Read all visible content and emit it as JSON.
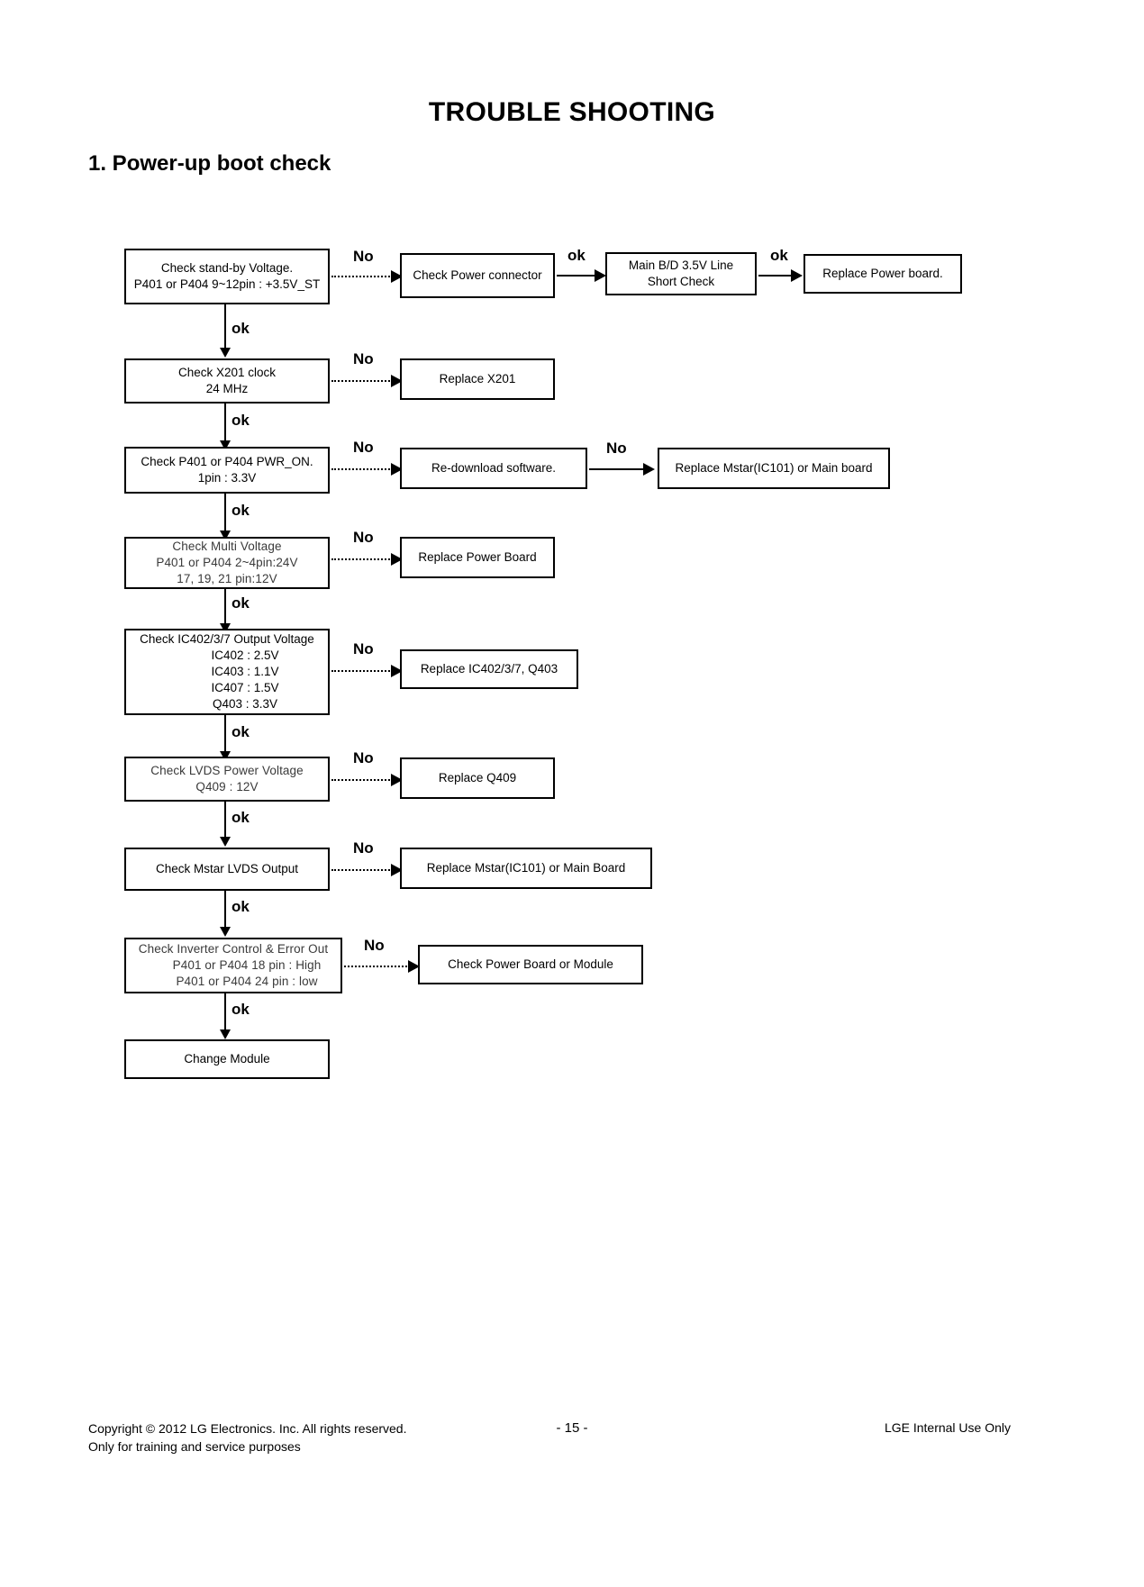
{
  "document": {
    "title": "TROUBLE SHOOTING",
    "section": "1. Power-up boot check"
  },
  "labels": {
    "no": "No",
    "ok": "ok"
  },
  "flow": {
    "nodes": [
      {
        "id": "check-standby-voltage",
        "lines": [
          "Check stand-by Voltage.",
          "P401 or P404 9~12pin : +3.5V_ST"
        ]
      },
      {
        "id": "check-power-connector",
        "lines": [
          "Check Power connector"
        ]
      },
      {
        "id": "main-bd-short-check",
        "lines": [
          "Main B/D 3.5V Line",
          "Short Check"
        ]
      },
      {
        "id": "replace-power-board-1",
        "lines": [
          "Replace Power board."
        ]
      },
      {
        "id": "check-x201-clock",
        "lines": [
          "Check X201 clock",
          "24 MHz"
        ]
      },
      {
        "id": "replace-x201",
        "lines": [
          "Replace X201"
        ]
      },
      {
        "id": "check-pwr-on",
        "lines": [
          "Check P401 or P404 PWR_ON.",
          "1pin : 3.3V"
        ]
      },
      {
        "id": "re-download-software",
        "lines": [
          "Re-download software."
        ]
      },
      {
        "id": "replace-mstar-main-board-1",
        "lines": [
          "Replace Mstar(IC101) or Main board"
        ]
      },
      {
        "id": "check-multi-voltage",
        "lines": [
          "Check Multi Voltage",
          "P401 or P404 2~4pin:24V",
          "17, 19, 21 pin:12V"
        ]
      },
      {
        "id": "replace-power-board-2",
        "lines": [
          "Replace Power Board"
        ]
      },
      {
        "id": "check-ic-output-voltage",
        "lines": [
          "Check IC402/3/7 Output Voltage",
          "IC402 : 2.5V",
          "IC403 : 1.1V",
          "IC407 : 1.5V",
          "Q403 : 3.3V"
        ]
      },
      {
        "id": "replace-ic-q403",
        "lines": [
          "Replace IC402/3/7, Q403"
        ]
      },
      {
        "id": "check-lvds-power-voltage",
        "lines": [
          "Check LVDS Power Voltage",
          "Q409 : 12V"
        ]
      },
      {
        "id": "replace-q409",
        "lines": [
          "Replace Q409"
        ]
      },
      {
        "id": "check-mstar-lvds-output",
        "lines": [
          "Check Mstar LVDS Output"
        ]
      },
      {
        "id": "replace-mstar-main-board-2",
        "lines": [
          "Replace Mstar(IC101) or Main Board"
        ]
      },
      {
        "id": "check-inverter-control",
        "lines": [
          "Check Inverter Control & Error Out",
          "P401 or P404 18 pin : High",
          "P401 or P404 24 pin : low"
        ]
      },
      {
        "id": "check-power-board-or-module",
        "lines": [
          "Check Power Board or Module"
        ]
      },
      {
        "id": "change-module",
        "lines": [
          "Change Module"
        ]
      }
    ]
  },
  "footer": {
    "copyright_line1": "Copyright  ©  2012  LG Electronics. Inc. All rights reserved.",
    "copyright_line2": "Only for training and service purposes",
    "page_number": "- 15 -",
    "notice": "LGE Internal Use Only"
  }
}
